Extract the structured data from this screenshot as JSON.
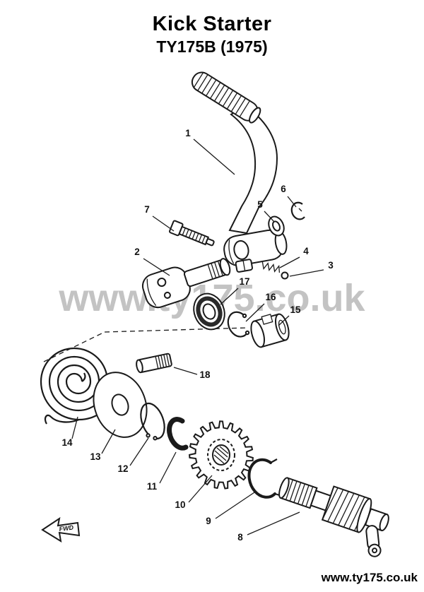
{
  "page": {
    "title": "Kick Starter",
    "subtitle": "TY175B (1975)",
    "watermark": "www.ty175.co.uk",
    "footer_link": "www.ty175.co.uk"
  },
  "diagram": {
    "kind": "exploded-parts-diagram",
    "subject": "Kick Starter assembly",
    "fwd_label": "FWD",
    "part_labels": [
      "1",
      "2",
      "3",
      "4",
      "5",
      "6",
      "7",
      "8",
      "9",
      "10",
      "11",
      "12",
      "13",
      "14",
      "15",
      "16",
      "17",
      "18"
    ]
  }
}
